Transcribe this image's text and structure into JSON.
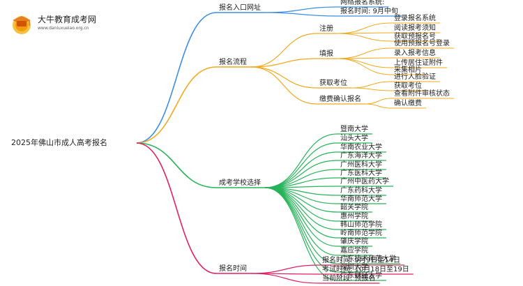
{
  "brand": {
    "title": "大牛教育成考网",
    "url": "www.daniuxueiao.org.cn"
  },
  "root": "2025年佛山市成人高考报名",
  "branches": [
    {
      "label": "报名入口网址",
      "color": "#3b8de6",
      "children": [
        {
          "label": "网络报名系统:"
        },
        {
          "label": "报名时间: 9月中旬"
        }
      ]
    },
    {
      "label": "报名流程",
      "color": "#f2a81d",
      "children": [
        {
          "label": "注册",
          "children": [
            {
              "label": "登录报名系统"
            },
            {
              "label": "阅读报考须知"
            },
            {
              "label": "获取预报名号"
            }
          ]
        },
        {
          "label": "填报",
          "children": [
            {
              "label": "使用预报名号登录"
            },
            {
              "label": "录入报考信息"
            },
            {
              "label": "上传居住证附件"
            },
            {
              "label": "采集相片"
            }
          ]
        },
        {
          "label": "获取考位",
          "children": [
            {
              "label": "进行人脸验证"
            },
            {
              "label": "获取考位"
            }
          ]
        },
        {
          "label": "缴费确认报名",
          "children": [
            {
              "label": "查看附件审核状态"
            },
            {
              "label": "确认缴费"
            }
          ]
        }
      ]
    },
    {
      "label": "成考学校选择",
      "color": "#27b35a",
      "children": [
        {
          "label": "暨南大学"
        },
        {
          "label": "汕头大学"
        },
        {
          "label": "华南农业大学"
        },
        {
          "label": "广东海洋大学"
        },
        {
          "label": "广州医科大学"
        },
        {
          "label": "广东医科大学"
        },
        {
          "label": "广州中医药大学"
        },
        {
          "label": "广东药科大学"
        },
        {
          "label": "华南师范大学"
        },
        {
          "label": "韶关学院"
        },
        {
          "label": "惠州学院"
        },
        {
          "label": "韩山师范学院"
        },
        {
          "label": "岭南师范学院"
        },
        {
          "label": "肇庆学院"
        },
        {
          "label": "嘉应学院"
        },
        {
          "label": "广东技术师范大学"
        },
        {
          "label": "深圳大学"
        },
        {
          "label": "广东财经大学"
        }
      ]
    },
    {
      "label": "报名时间",
      "color": "#e0215f",
      "children": [
        {
          "label": "报名时间: 9月9日至14日"
        },
        {
          "label": "考试时间: 10月18日至19日"
        },
        {
          "label": "当前阶段: 预报名"
        }
      ]
    }
  ]
}
